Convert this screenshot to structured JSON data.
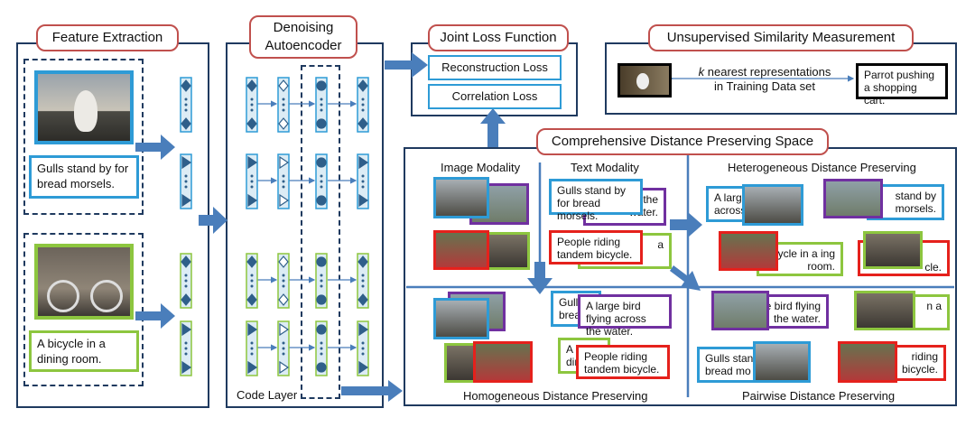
{
  "titles": {
    "feature_extraction": "Feature Extraction",
    "denoising_line1": "Denoising",
    "denoising_line2": "Autoencoder",
    "joint_loss": "Joint Loss Function",
    "unsupervised": "Unsupervised Similarity Measurement",
    "comprehensive": "Comprehensive Distance Preserving Space"
  },
  "feature": {
    "caption_gull": "Gulls stand by for bread morsels.",
    "caption_bicycle": "A bicycle in a dining room."
  },
  "autoencoder": {
    "code_layer": "Code Layer"
  },
  "loss": {
    "reconstruction": "Reconstruction Loss",
    "correlation": "Correlation Loss"
  },
  "similarity": {
    "knn_italic": "k",
    "knn_rest": " nearest representations",
    "knn_line2": "in Training Data set",
    "result": "Parrot pushing a shopping cart."
  },
  "space": {
    "image_modality": "Image Modality",
    "text_modality": "Text Modality",
    "heterogeneous": "Heterogeneous Distance Preserving",
    "homogeneous": "Homogeneous Distance Preserving",
    "pairwise": "Pairwise Distance Preserving",
    "t_gulls": "Gulls stand by for bread morsels.",
    "t_gulls_partial": "Gulls stan bread mo",
    "t_gull_frag": "Gull brea",
    "t_bird": "A large bird flying across the water.",
    "t_bird_partial1": "ng across the water.",
    "t_bird_partial2": "A large across",
    "t_bird_partial3": "e bird flying the water.",
    "t_people": "People riding tandem bicycle.",
    "t_people_partial": "riding bicycle.",
    "t_a": "a",
    "t_a_frag": "n a",
    "t_bicycle_partial": "icycle in a ing room.",
    "t_bicycle_frag": "A bic din",
    "t_morsels": "stand by morsels.",
    "t_cle": "cle."
  },
  "colors": {
    "blue": "#2e9bd6",
    "red": "#e5211c",
    "green": "#8dc63f",
    "purple": "#7030a0",
    "navy": "#1f3a5f",
    "title_border": "#c0504d",
    "arrow": "#4a7ebb"
  }
}
